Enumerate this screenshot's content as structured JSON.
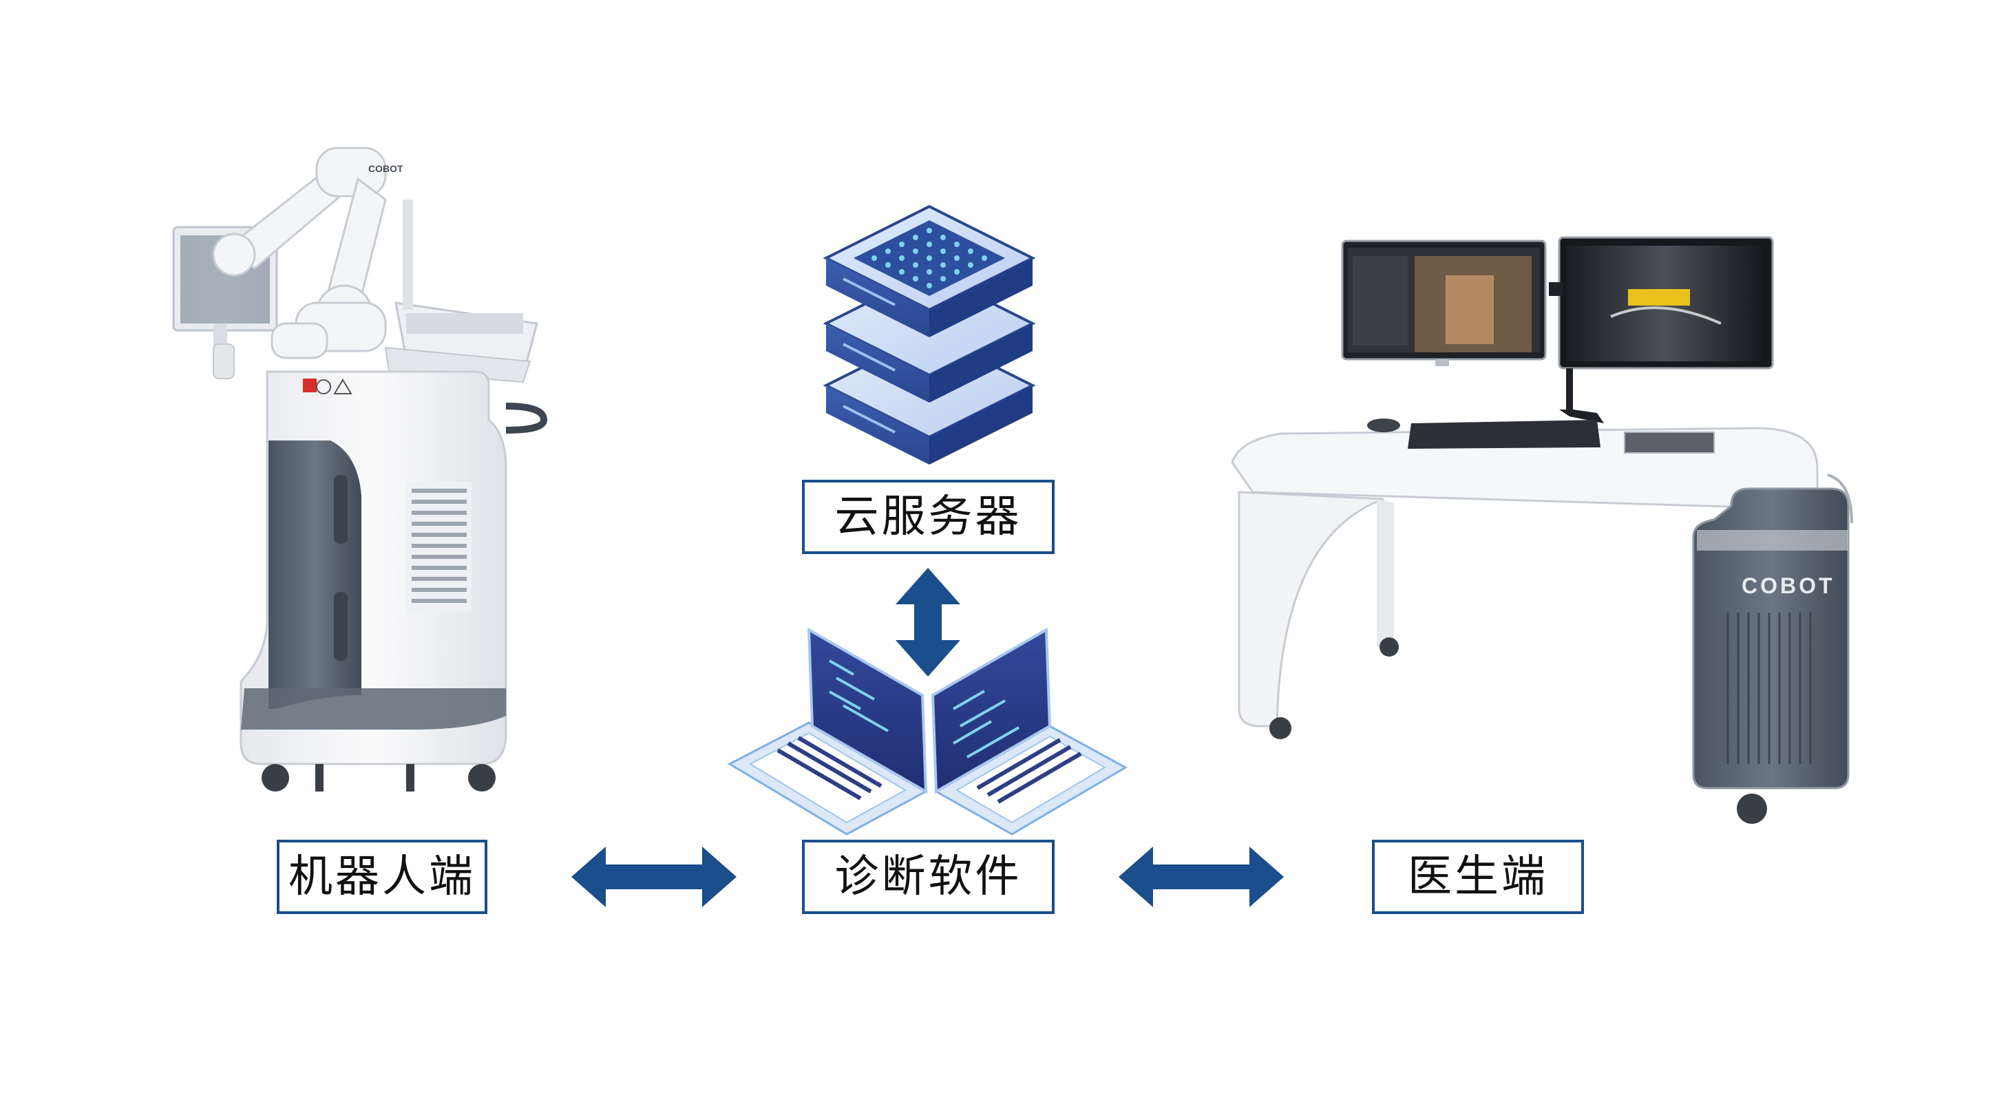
{
  "labels": {
    "cloud_server": "云服务器",
    "robot_end": "机器人端",
    "diagnosis_software": "诊断软件",
    "doctor_end": "医生端"
  },
  "devices": {
    "robot_brand": "COBOT",
    "doctor_brand": "COBOT"
  },
  "colors": {
    "accent": "#1a4e8c",
    "server_light": "#c8dcf6",
    "server_dark": "#2d4f9e",
    "laptop_screen": "#2a3f8c",
    "device_white": "#f2f3f5",
    "device_gray": "#5b6674"
  }
}
